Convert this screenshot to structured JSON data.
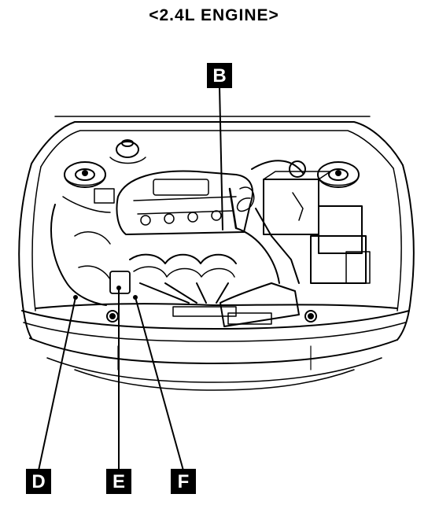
{
  "title": "<2.4L ENGINE>",
  "callouts": [
    {
      "id": "B",
      "label": "B"
    },
    {
      "id": "D",
      "label": "D"
    },
    {
      "id": "E",
      "label": "E"
    },
    {
      "id": "F",
      "label": "F"
    }
  ],
  "colors": {
    "line": "#000000",
    "background": "#ffffff",
    "callout_fill": "#000000",
    "callout_text": "#ffffff"
  }
}
